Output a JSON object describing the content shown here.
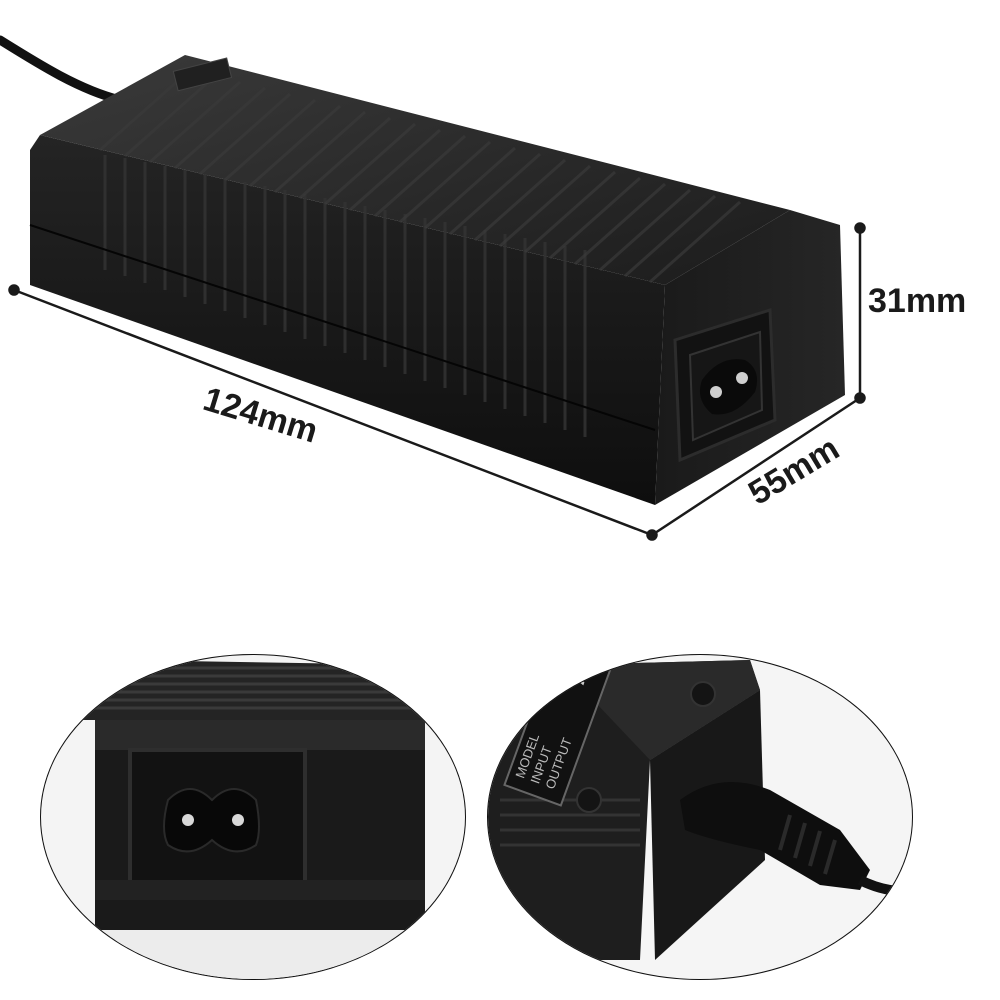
{
  "dimensions": {
    "length": "124mm",
    "height": "31mm",
    "width": "55mm"
  },
  "label_text": {
    "model": "MODEL",
    "input": "INPUT",
    "output": "OUTPUT",
    "rating_letter": "A"
  },
  "colors": {
    "body": "#141414",
    "rib_light": "#2e2e2e",
    "dim_line": "#1a1a1a",
    "background": "#ffffff"
  }
}
